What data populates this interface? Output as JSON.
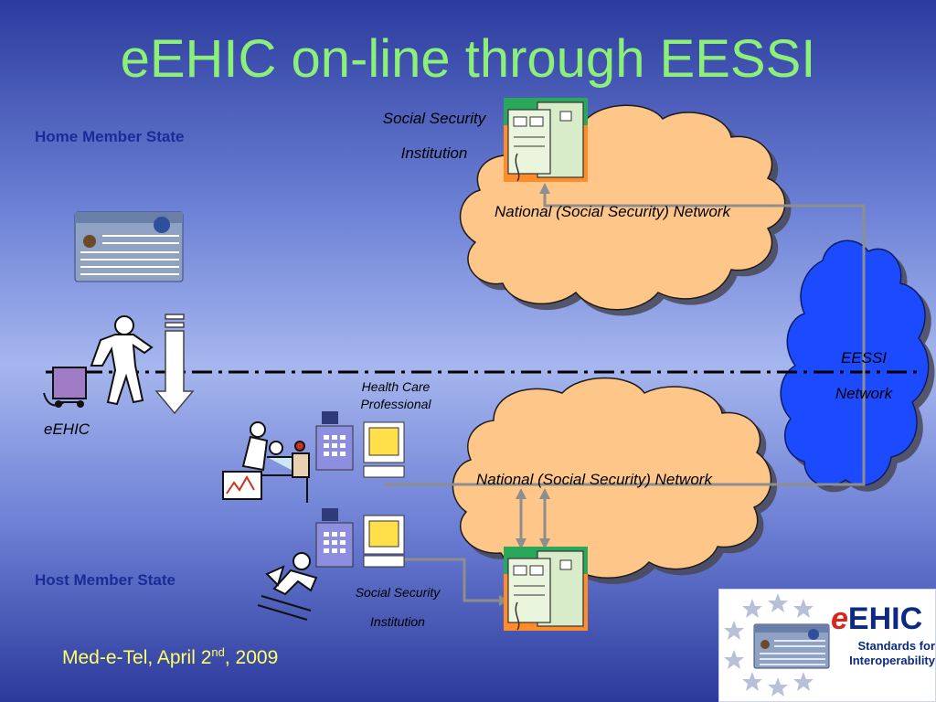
{
  "slide": {
    "title": "eEHIC on-line through EESSI",
    "home_state": "Home Member State",
    "host_state": "Host Member State",
    "footer": {
      "prefix": "Med-e-Tel, April 2",
      "sup": "nd",
      "suffix": ", 2009"
    }
  },
  "diagram": {
    "top_institution": {
      "line1": "Social Security",
      "line2": "Institution"
    },
    "top_network": "National (Social Security) Network",
    "bottom_network": "National (Social Security) Network",
    "eessi": {
      "line1": "EESSI",
      "line2": "Network"
    },
    "hcp": {
      "line1": "Health Care",
      "line2": "Professional"
    },
    "bottom_institution": {
      "line1": "Social Security",
      "line2": "Institution"
    },
    "card_label": "eEHIC"
  },
  "logo": {
    "brand_e": "e",
    "brand_rest": "EHIC",
    "tagline1": "Standards for",
    "tagline2": "Interoperability"
  },
  "colors": {
    "title": "#8cf078",
    "state_labels": "#1b2c98",
    "national_cloud": "#ffc68a",
    "eessi_cloud": "#1a4cff",
    "connector": "#8e8e8e",
    "footer": "#ffff66",
    "logo_red": "#d7261e",
    "logo_blue": "#0d2a82"
  }
}
